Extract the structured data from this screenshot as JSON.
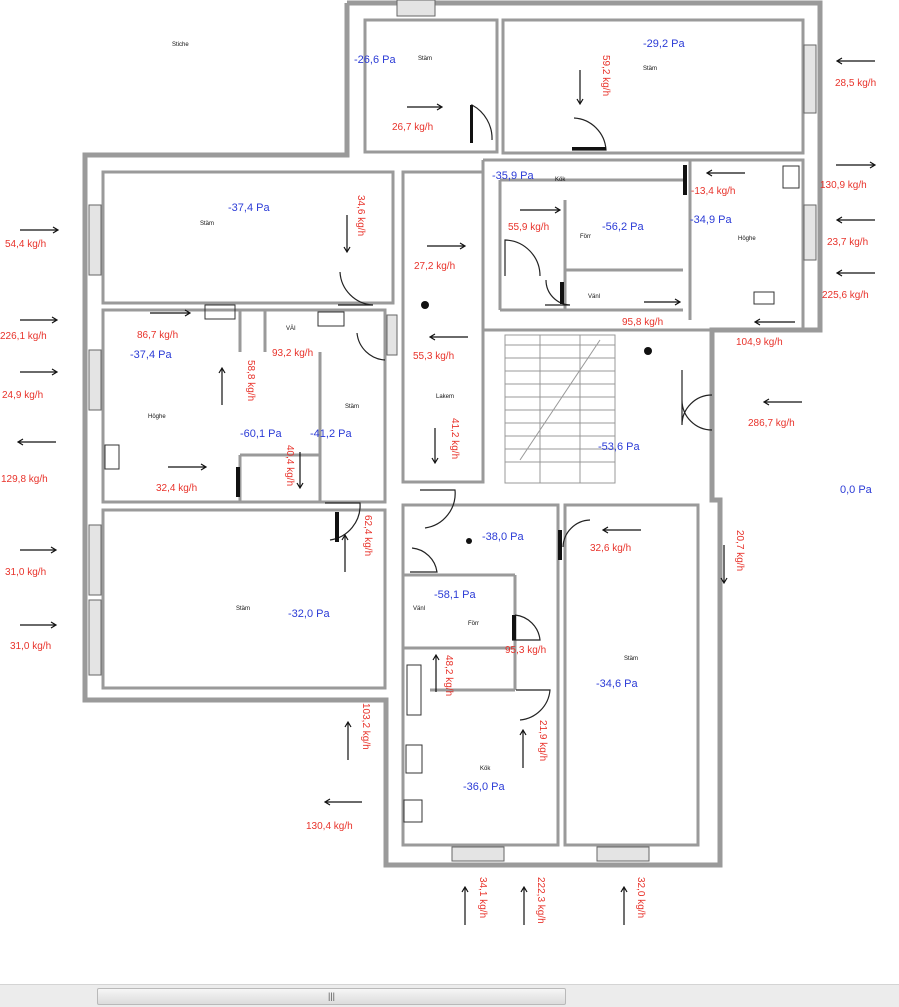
{
  "colors": {
    "flow": "#e8332b",
    "pressure": "#2b3bd6",
    "wall": "#9a9a9a"
  },
  "scrollbar": {
    "grip": "|||"
  },
  "labels": [
    {
      "id": "l1",
      "kind": "room",
      "text": "Stiche"
    },
    {
      "id": "l2",
      "kind": "pres",
      "text": "-26,6 Pa"
    },
    {
      "id": "l3",
      "kind": "room",
      "text": "Stäm"
    },
    {
      "id": "l4",
      "kind": "flow",
      "text": "26,7 kg/h"
    },
    {
      "id": "l5",
      "kind": "pres",
      "text": "-29,2 Pa"
    },
    {
      "id": "l6",
      "kind": "room",
      "text": "Stäm"
    },
    {
      "id": "l7",
      "kind": "flow",
      "text": "59,2 kg/h"
    },
    {
      "id": "l8",
      "kind": "flow",
      "text": "28,5 kg/h"
    },
    {
      "id": "l9",
      "kind": "pres",
      "text": "-35,9 Pa"
    },
    {
      "id": "l10",
      "kind": "room",
      "text": "Kök"
    },
    {
      "id": "l11",
      "kind": "flow",
      "text": "-13,4 kg/h"
    },
    {
      "id": "l12",
      "kind": "flow",
      "text": "130,9 kg/h"
    },
    {
      "id": "l13",
      "kind": "pres",
      "text": "-37,4 Pa"
    },
    {
      "id": "l14",
      "kind": "room",
      "text": "Stäm"
    },
    {
      "id": "l15",
      "kind": "flow",
      "text": "54,4 kg/h"
    },
    {
      "id": "l16",
      "kind": "flow",
      "text": "34,6 kg/h"
    },
    {
      "id": "l17",
      "kind": "flow",
      "text": "27,2 kg/h"
    },
    {
      "id": "l18",
      "kind": "flow",
      "text": "55,9 kg/h"
    },
    {
      "id": "l19",
      "kind": "pres",
      "text": "-56,2 Pa"
    },
    {
      "id": "l20",
      "kind": "room",
      "text": "Förr"
    },
    {
      "id": "l21",
      "kind": "pres",
      "text": "-34,9 Pa"
    },
    {
      "id": "l22",
      "kind": "room",
      "text": "Höghe"
    },
    {
      "id": "l23",
      "kind": "flow",
      "text": "23,7 kg/h"
    },
    {
      "id": "l24",
      "kind": "flow",
      "text": "225,6 kg/h"
    },
    {
      "id": "l25",
      "kind": "room",
      "text": "Vänl"
    },
    {
      "id": "l26",
      "kind": "flow",
      "text": "95,8 kg/h"
    },
    {
      "id": "l27",
      "kind": "flow",
      "text": "226,1 kg/h"
    },
    {
      "id": "l28",
      "kind": "flow",
      "text": "86,7 kg/h"
    },
    {
      "id": "l29",
      "kind": "pres",
      "text": "-37,4 Pa"
    },
    {
      "id": "l30",
      "kind": "room",
      "text": "VÄI"
    },
    {
      "id": "l31",
      "kind": "flow",
      "text": "93,2 kg/h"
    },
    {
      "id": "l32",
      "kind": "flow",
      "text": "55,3 kg/h"
    },
    {
      "id": "l33",
      "kind": "flow",
      "text": "104,9 kg/h"
    },
    {
      "id": "l34",
      "kind": "flow",
      "text": "24,9 kg/h"
    },
    {
      "id": "l35",
      "kind": "room",
      "text": "Höghe"
    },
    {
      "id": "l36",
      "kind": "flow",
      "text": "58,8 kg/h"
    },
    {
      "id": "l37",
      "kind": "room",
      "text": "Stäm"
    },
    {
      "id": "l38",
      "kind": "room",
      "text": "Lakem"
    },
    {
      "id": "l39",
      "kind": "pres",
      "text": "-60,1 Pa"
    },
    {
      "id": "l40",
      "kind": "pres",
      "text": "-41,2 Pa"
    },
    {
      "id": "l41",
      "kind": "flow",
      "text": "286,7 kg/h"
    },
    {
      "id": "l42",
      "kind": "flow",
      "text": "129,8 kg/h"
    },
    {
      "id": "l43",
      "kind": "flow",
      "text": "41,2 kg/h"
    },
    {
      "id": "l44",
      "kind": "pres",
      "text": "-53,6 Pa"
    },
    {
      "id": "l45",
      "kind": "flow",
      "text": "32,4 kg/h"
    },
    {
      "id": "l46",
      "kind": "flow",
      "text": "40,4 kg/h"
    },
    {
      "id": "l47",
      "kind": "pres",
      "text": "0,0 Pa"
    },
    {
      "id": "l48",
      "kind": "flow",
      "text": "31,0 kg/h"
    },
    {
      "id": "l49",
      "kind": "pres",
      "text": "-38,0 Pa"
    },
    {
      "id": "l50",
      "kind": "flow",
      "text": "32,6 kg/h"
    },
    {
      "id": "l51",
      "kind": "flow",
      "text": "20,7 kg/h"
    },
    {
      "id": "l52",
      "kind": "flow",
      "text": "62,4 kg/h"
    },
    {
      "id": "l53",
      "kind": "flow",
      "text": "31,0 kg/h"
    },
    {
      "id": "l54",
      "kind": "pres",
      "text": "-58,1 Pa"
    },
    {
      "id": "l55",
      "kind": "room",
      "text": "Stäm"
    },
    {
      "id": "l56",
      "kind": "pres",
      "text": "-32,0 Pa"
    },
    {
      "id": "l57",
      "kind": "room",
      "text": "Vänl"
    },
    {
      "id": "l58",
      "kind": "room",
      "text": "Förr"
    },
    {
      "id": "l59",
      "kind": "flow",
      "text": "95,3 kg/h"
    },
    {
      "id": "l60",
      "kind": "flow",
      "text": "48,2 kg/h"
    },
    {
      "id": "l61",
      "kind": "room",
      "text": "Stäm"
    },
    {
      "id": "l62",
      "kind": "pres",
      "text": "-34,6 Pa"
    },
    {
      "id": "l63",
      "kind": "flow",
      "text": "103,2 kg/h"
    },
    {
      "id": "l64",
      "kind": "flow",
      "text": "21,9 kg/h"
    },
    {
      "id": "l65",
      "kind": "room",
      "text": "Kök"
    },
    {
      "id": "l66",
      "kind": "pres",
      "text": "-36,0 Pa"
    },
    {
      "id": "l67",
      "kind": "flow",
      "text": "130,4 kg/h"
    },
    {
      "id": "l68",
      "kind": "flow",
      "text": "34,1 kg/h"
    },
    {
      "id": "l69",
      "kind": "flow",
      "text": "222,3 kg/h"
    },
    {
      "id": "l70",
      "kind": "flow",
      "text": "32,0 kg/h"
    }
  ]
}
